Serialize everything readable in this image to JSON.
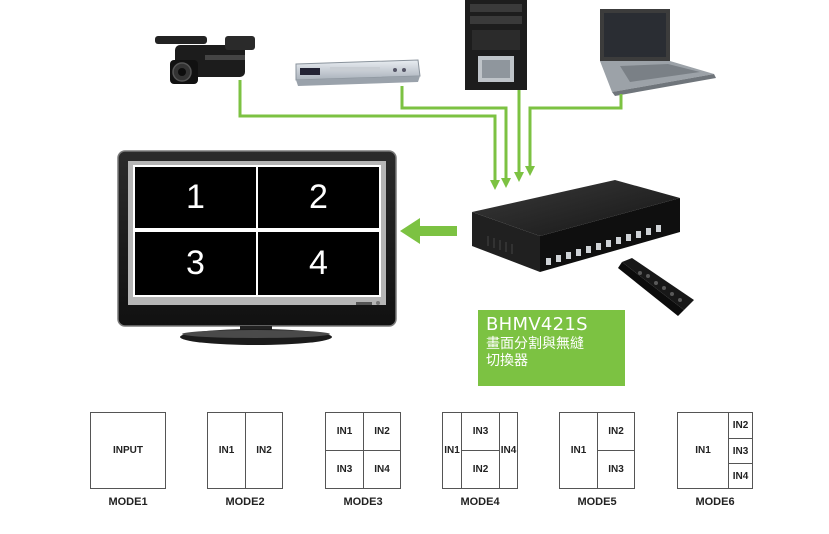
{
  "product": {
    "model": "BHMV421S",
    "description_line1": "畫面分割與無縫",
    "description_line2": "切換器"
  },
  "screen": {
    "quadrants": [
      "1",
      "2",
      "3",
      "4"
    ]
  },
  "sources": [
    {
      "name": "camcorder-icon"
    },
    {
      "name": "dvd-player-icon"
    },
    {
      "name": "desktop-pc-icon"
    },
    {
      "name": "laptop-icon"
    }
  ],
  "modes": [
    {
      "label": "MODE1",
      "cells": [
        "INPUT"
      ]
    },
    {
      "label": "MODE2",
      "cells": [
        "IN1",
        "IN2"
      ]
    },
    {
      "label": "MODE3",
      "cells": [
        "IN1",
        "IN2",
        "IN3",
        "IN4"
      ]
    },
    {
      "label": "MODE4",
      "cells": [
        "IN1",
        "IN3",
        "IN2",
        "IN4"
      ]
    },
    {
      "label": "MODE5",
      "cells": [
        "IN1",
        "IN2",
        "IN3"
      ]
    },
    {
      "label": "MODE6",
      "cells": [
        "IN1",
        "IN2",
        "IN3",
        "IN4"
      ]
    }
  ],
  "colors": {
    "arrow": "#7cc242",
    "label_bg": "#7cc242",
    "screen": "#000000"
  }
}
